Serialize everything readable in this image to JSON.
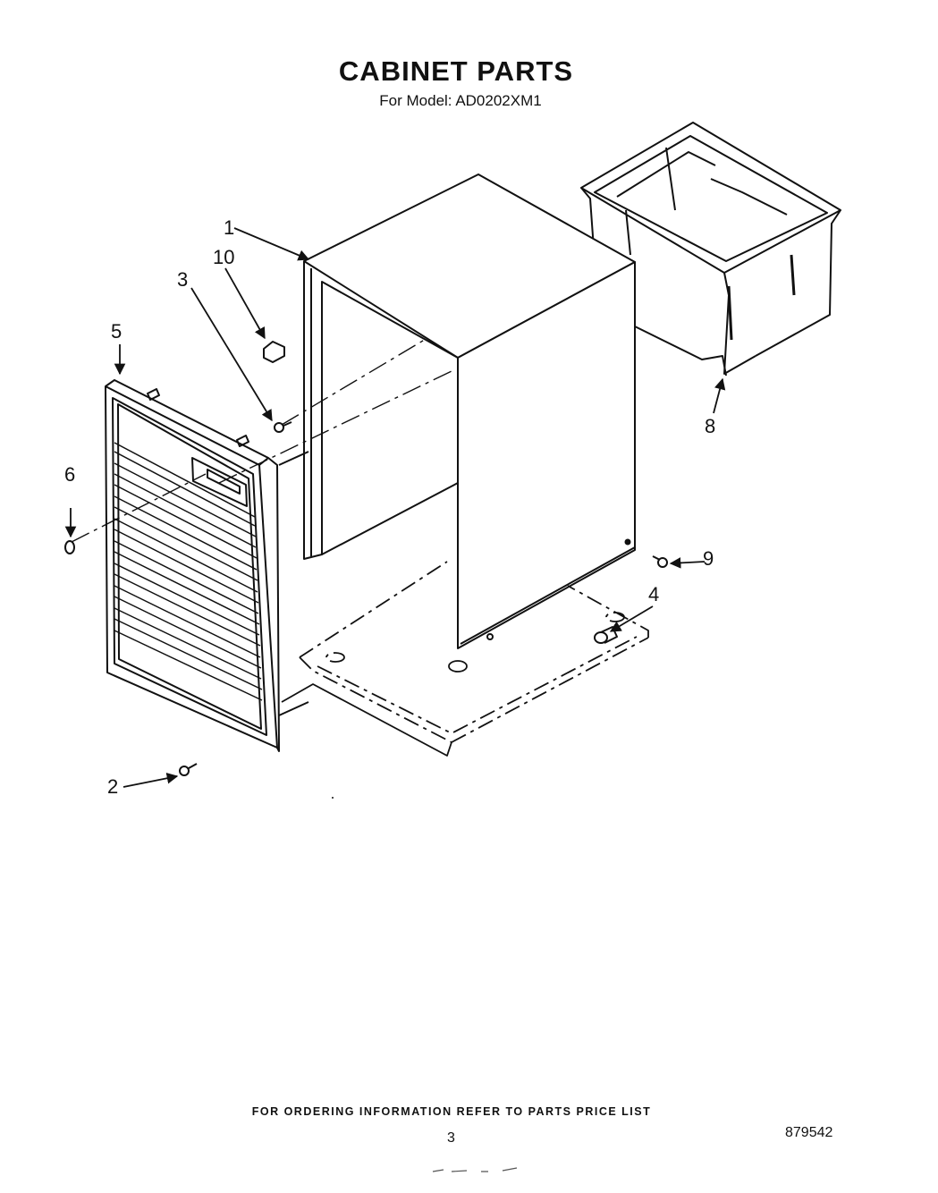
{
  "header": {
    "title": "CABINET PARTS",
    "subtitle": "For Model: AD0202XM1"
  },
  "callouts": {
    "c1": "1",
    "c2": "2",
    "c3": "3",
    "c4": "4",
    "c5": "5",
    "c6": "6",
    "c8": "8",
    "c9": "9",
    "c10": "10"
  },
  "parts": [
    {
      "number": "1",
      "name": "cabinet-wrapper"
    },
    {
      "number": "2",
      "name": "screw"
    },
    {
      "number": "3",
      "name": "screw"
    },
    {
      "number": "4",
      "name": "foot"
    },
    {
      "number": "5",
      "name": "front-grille"
    },
    {
      "number": "6",
      "name": "plug"
    },
    {
      "number": "8",
      "name": "water-bucket"
    },
    {
      "number": "9",
      "name": "screw"
    },
    {
      "number": "10",
      "name": "bumper"
    }
  ],
  "footer": {
    "ordering_note": "FOR ORDERING INFORMATION REFER TO PARTS PRICE LIST",
    "page_number": "3",
    "document_number": "879542"
  }
}
